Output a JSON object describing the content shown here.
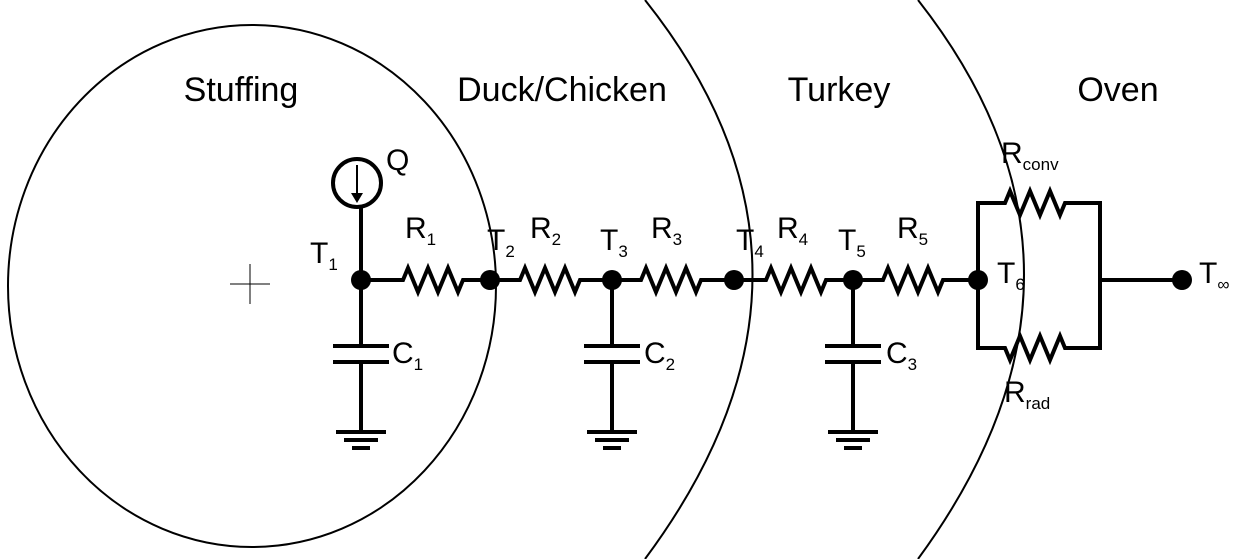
{
  "regions": {
    "stuffing": "Stuffing",
    "duck_chicken": "Duck/Chicken",
    "turkey": "Turkey",
    "oven": "Oven"
  },
  "source": {
    "label": "Q"
  },
  "nodes": [
    {
      "id": "t1",
      "base": "T",
      "sub": "1"
    },
    {
      "id": "t2",
      "base": "T",
      "sub": "2"
    },
    {
      "id": "t3",
      "base": "T",
      "sub": "3"
    },
    {
      "id": "t4",
      "base": "T",
      "sub": "4"
    },
    {
      "id": "t5",
      "base": "T",
      "sub": "5"
    },
    {
      "id": "t6",
      "base": "T",
      "sub": "6"
    },
    {
      "id": "tinf",
      "base": "T",
      "sub": "∞"
    }
  ],
  "resistors": [
    {
      "id": "r1",
      "base": "R",
      "sub": "1"
    },
    {
      "id": "r2",
      "base": "R",
      "sub": "2"
    },
    {
      "id": "r3",
      "base": "R",
      "sub": "3"
    },
    {
      "id": "r4",
      "base": "R",
      "sub": "4"
    },
    {
      "id": "r5",
      "base": "R",
      "sub": "5"
    },
    {
      "id": "rconv",
      "base": "R",
      "sub": "conv"
    },
    {
      "id": "rrad",
      "base": "R",
      "sub": "rad"
    }
  ],
  "capacitors": [
    {
      "id": "c1",
      "base": "C",
      "sub": "1"
    },
    {
      "id": "c2",
      "base": "C",
      "sub": "2"
    },
    {
      "id": "c3",
      "base": "C",
      "sub": "3"
    }
  ]
}
